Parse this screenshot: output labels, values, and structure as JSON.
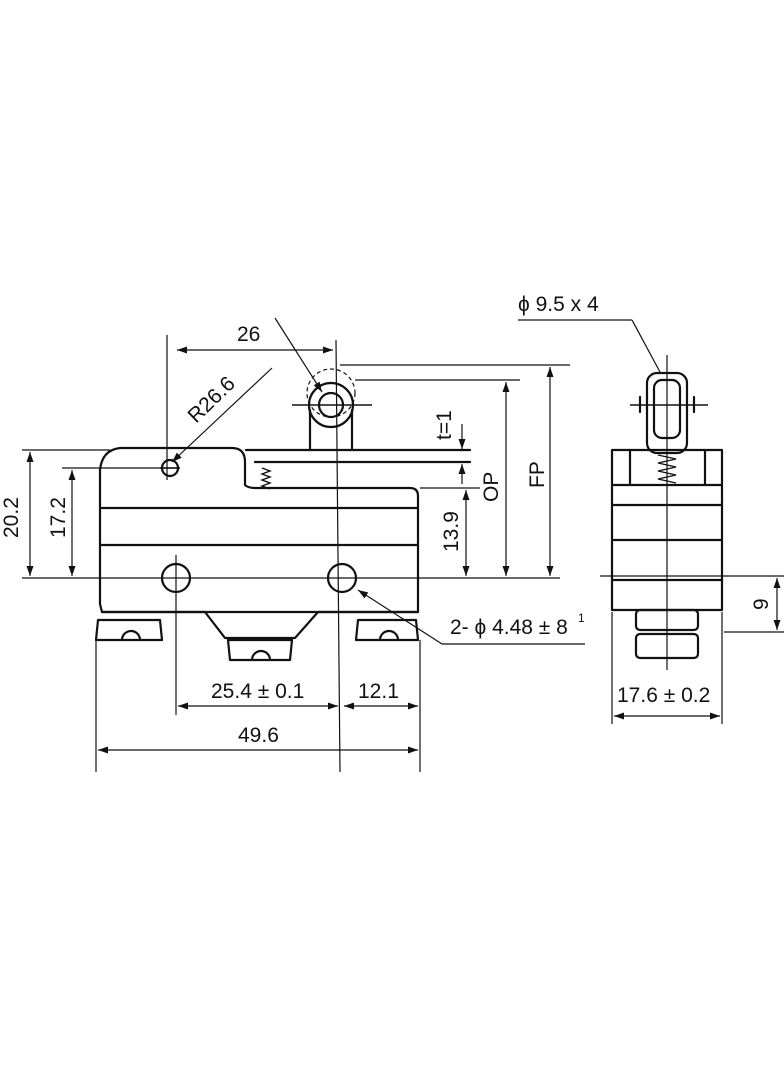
{
  "dimensions": {
    "width_top": "26",
    "radius": "R26.6",
    "phi_roller": "ϕ 9.5 x 4",
    "t": "t=1",
    "op": "OP",
    "fp": "FP",
    "h_13_9": "13.9",
    "h_20_2": "20.2",
    "h_17_2": "17.2",
    "hole_spacing": "25.4 ± 0.1",
    "end_offset": "12.1",
    "overall_length": "49.6",
    "holes_prefix": "2- ϕ 4.48 ± 8",
    "holes_sup": "1",
    "side_height": "9",
    "side_width": "17.6 ± 0.2"
  }
}
